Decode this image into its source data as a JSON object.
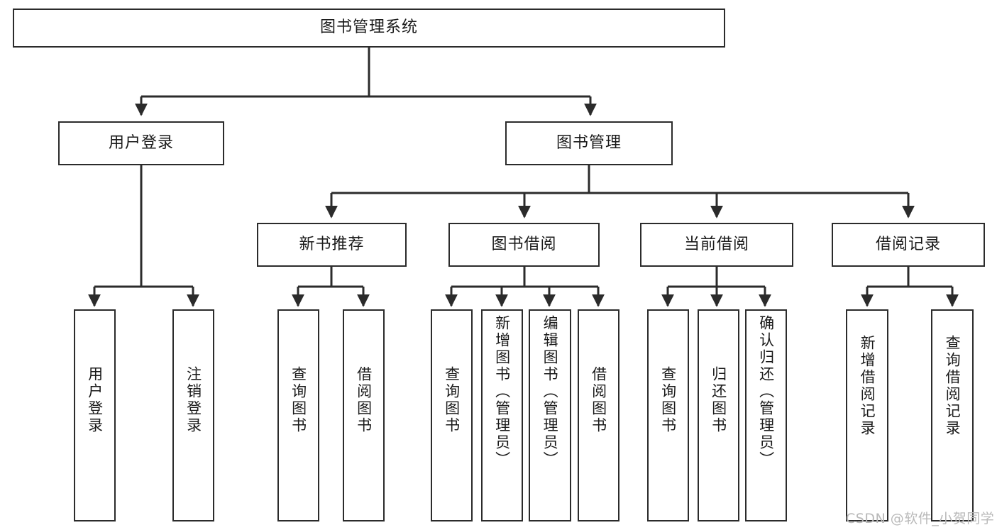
{
  "diagram": {
    "title": "图书管理系统",
    "type": "tree-structure-chart",
    "colors": {
      "box_border": "#2b2b2b",
      "box_fill": "#ffffff",
      "edge": "#2b2b2b",
      "text": "#1a1a1a",
      "watermark": "#b9b9b9",
      "background": "#ffffff"
    },
    "root": {
      "label": "图书管理系统"
    },
    "level2": [
      {
        "id": "user-login",
        "label": "用户登录"
      },
      {
        "id": "book-management",
        "label": "图书管理"
      }
    ],
    "level3": [
      {
        "id": "new-book-recommend",
        "label": "新书推荐"
      },
      {
        "id": "book-borrow",
        "label": "图书借阅"
      },
      {
        "id": "current-borrow",
        "label": "当前借阅"
      },
      {
        "id": "borrow-record",
        "label": "借阅记录"
      }
    ],
    "leaves": {
      "user_login": [
        {
          "id": "leaf-user-login",
          "label": "用户登录"
        },
        {
          "id": "leaf-logout",
          "label": "注销登录"
        }
      ],
      "new_book_recommend": [
        {
          "id": "leaf-query-book-1",
          "label": "查询图书"
        },
        {
          "id": "leaf-borrow-book-1",
          "label": "借阅图书"
        }
      ],
      "book_borrow": [
        {
          "id": "leaf-query-book-2",
          "label": "查询图书"
        },
        {
          "id": "leaf-add-book",
          "label": "新增图书（管理员）"
        },
        {
          "id": "leaf-edit-book",
          "label": "编辑图书（管理员）"
        },
        {
          "id": "leaf-borrow-book-2",
          "label": "借阅图书"
        }
      ],
      "current_borrow": [
        {
          "id": "leaf-query-book-3",
          "label": "查询图书"
        },
        {
          "id": "leaf-return-book",
          "label": "归还图书"
        },
        {
          "id": "leaf-confirm-return",
          "label": "确认归还（管理员）"
        }
      ],
      "borrow_record": [
        {
          "id": "leaf-add-record",
          "label": "新增借阅记录"
        },
        {
          "id": "leaf-query-record",
          "label": "查询借阅记录"
        }
      ]
    }
  },
  "watermark": {
    "text": "CSDN @软件_小贺同学"
  }
}
